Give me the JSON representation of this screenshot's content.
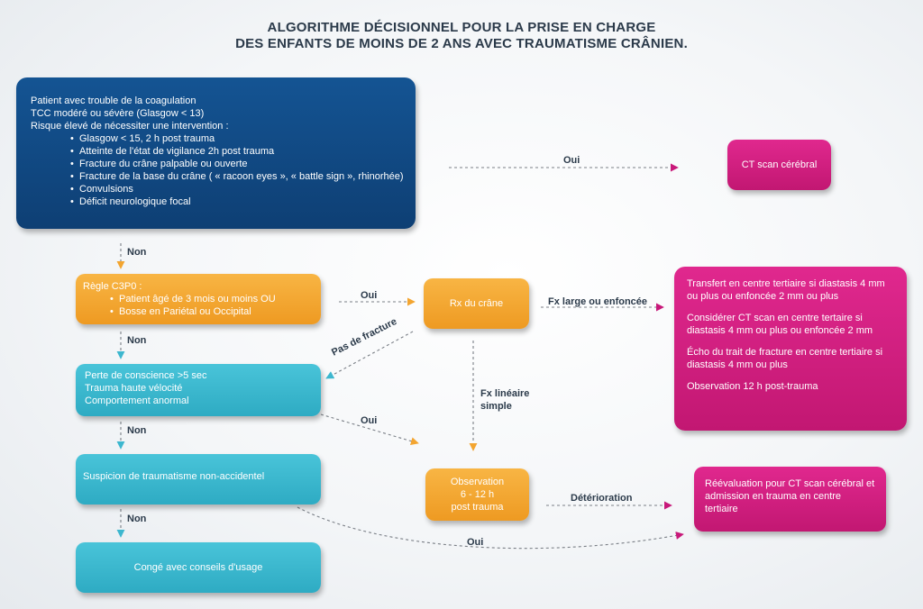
{
  "title": {
    "line1": "ALGORITHME DÉCISIONNEL POUR LA PRISE EN CHARGE",
    "line2": "DES ENFANTS DE MOINS DE 2 ANS AVEC TRAUMATISME CRÂNIEN."
  },
  "colors": {
    "navy": "#0e3f74",
    "orange": "#ee9a22",
    "cyan": "#2eabc3",
    "pink": "#c21772",
    "text": "#2b3a4a"
  },
  "box1": {
    "line1": "Patient avec trouble de la coagulation",
    "line2": "TCC modéré ou sévère (Glasgow < 13)",
    "line3": "Risque élevé de nécessiter une intervention :",
    "items": [
      "Glasgow < 15, 2 h post trauma",
      "Atteinte de l'état de vigilance 2h post trauma",
      "Fracture du crâne palpable ou ouverte",
      "Fracture de la base du crâne ( « racoon eyes », « battle sign », rhinorhée)",
      "Convulsions",
      "Déficit neurologique focal"
    ]
  },
  "ct_scan": "CT scan cérébral",
  "regle": {
    "title": "Règle C3P0 :",
    "items": [
      "Patient âgé de 3 mois ou moins OU",
      "Bosse en Pariétal ou Occipital"
    ]
  },
  "perte": {
    "line1": "Perte de conscience >5 sec",
    "line2": "Trauma haute vélocité",
    "line3": "Comportement anormal"
  },
  "suspicion": "Suspicion de traumatisme non-accidentel",
  "conge": "Congé avec conseils d'usage",
  "rx": "Rx du crâne",
  "observation": {
    "line1": "Observation",
    "line2": "6 - 12 h",
    "line3": "post trauma"
  },
  "transfert": {
    "p1": "Transfert en centre tertiaire si diastasis 4 mm ou plus ou enfoncée 2 mm ou plus",
    "p2": "Considérer CT scan en centre tertaire si diastasis 4 mm ou plus ou enfoncée 2 mm",
    "p3": "Écho du trait de fracture en centre tertiaire si diastasis 4 mm ou plus",
    "p4": "Observation 12 h post-trauma"
  },
  "reevaluation": "Réévaluation pour CT scan cérébral et admission en trauma en centre tertiaire",
  "labels": {
    "oui_top": "Oui",
    "non1": "Non",
    "oui_rx": "Oui",
    "fx_large": "Fx large ou enfoncée",
    "pas_fracture": "Pas de fracture",
    "non2": "Non",
    "fx_lineaire_1": "Fx linéaire",
    "fx_lineaire_2": "simple",
    "oui_obs": "Oui",
    "non3": "Non",
    "deterioration": "Détérioration",
    "non4": "Non",
    "oui_bottom": "Oui"
  }
}
